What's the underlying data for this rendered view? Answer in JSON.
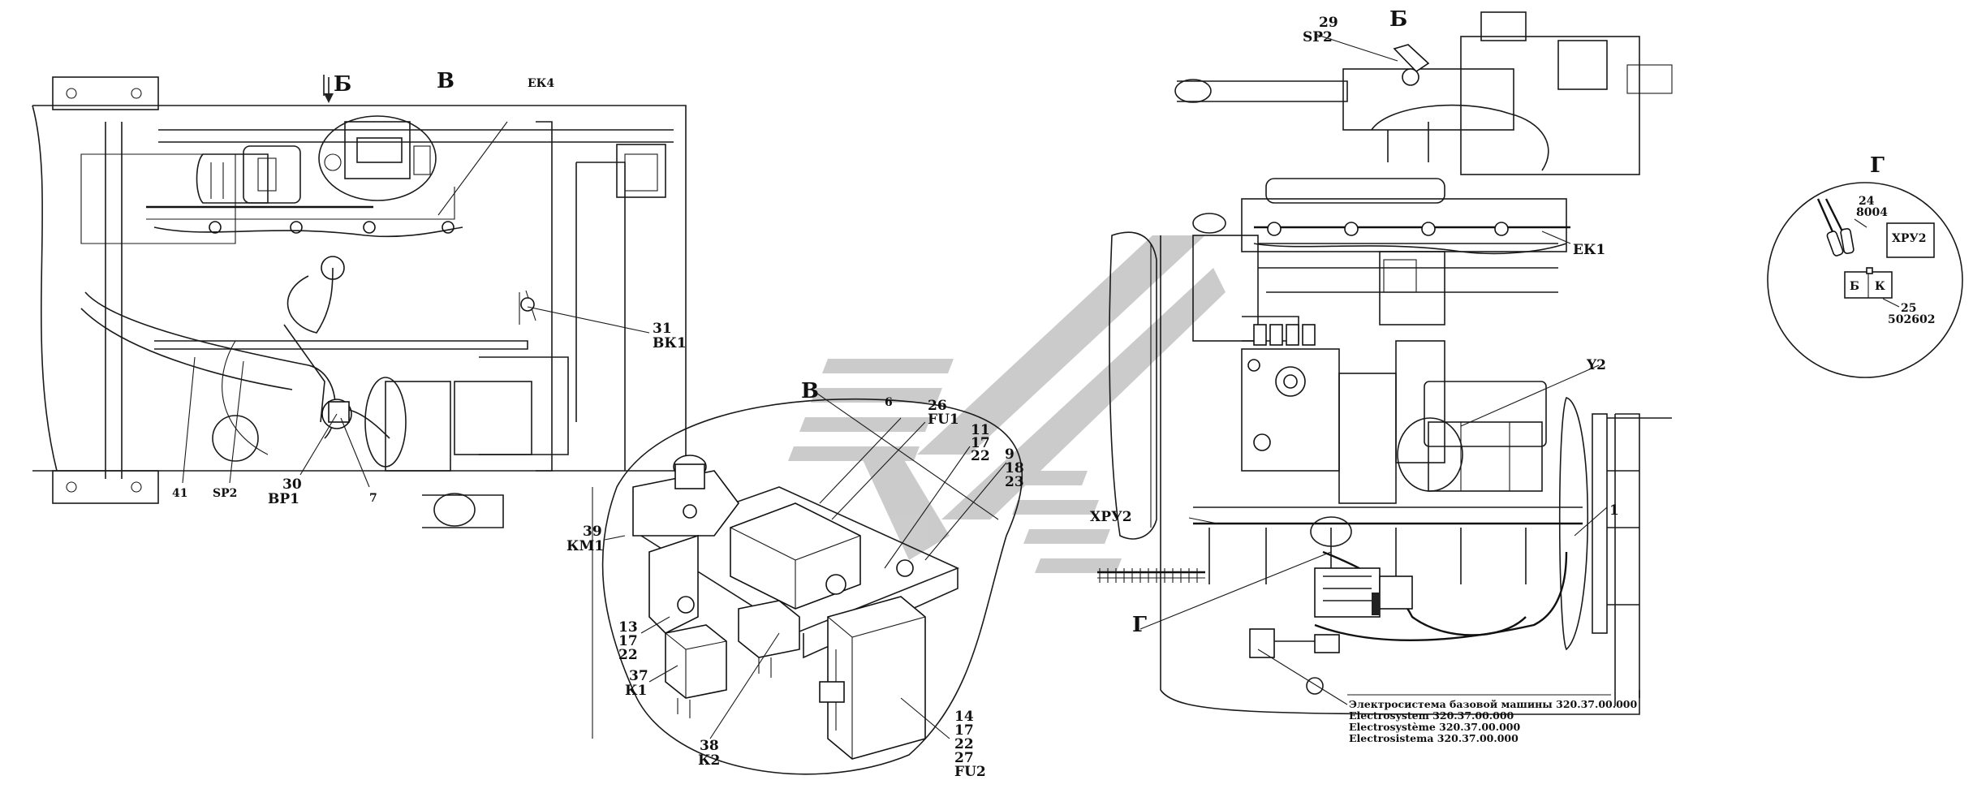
{
  "colors": {
    "line": "#1a1a1a",
    "watermark": "#c8c8c8",
    "background": "#ffffff"
  },
  "views": {
    "top_view": {
      "arrow_label": "Б",
      "callout_label": "В",
      "labels": {
        "ek4": "ЕК4",
        "bk1_num": "31",
        "bk1_code": "ВК1",
        "n41": "41",
        "sp2": "SP2",
        "bp1_num": "30",
        "bp1_code": "ВР1",
        "n7": "7"
      }
    },
    "detail_v": {
      "title": "В",
      "labels": {
        "n6": "6",
        "fu1_num": "26",
        "fu1_code": "FU1",
        "g11": "11",
        "g17a": "17",
        "g22a": "22",
        "g9": "9",
        "g18": "18",
        "g23": "23",
        "km1_num": "39",
        "km1_code": "КМ1",
        "g13": "13",
        "g17b": "17",
        "g22b": "22",
        "k1_num": "37",
        "k1_code": "К1",
        "k2_num": "38",
        "k2_code": "К2",
        "g14": "14",
        "g17c": "17",
        "g22c": "22",
        "g27": "27",
        "fu2_code": "FU2"
      }
    },
    "engine_view": {
      "title": "Б",
      "labels": {
        "sp2_num": "29",
        "sp2_code": "SP2",
        "ek1": "ЕК1",
        "y2": "Y2",
        "xpy2": "ХРУ2",
        "n1": "1",
        "g_callout": "Г"
      },
      "notes": [
        "Электросистема базовой машины 320.37.00.000",
        "Electrosystem 320.37.00.000",
        "Electrosystème 320.37.00.000",
        "Electrosistema 320.37.00.000"
      ]
    },
    "detail_g": {
      "title": "Г",
      "labels": {
        "n24": "24",
        "c8004": "8004",
        "xpy2": "ХРУ2",
        "b": "Б",
        "k": "К",
        "n25": "25",
        "c502602": "502602"
      }
    }
  }
}
